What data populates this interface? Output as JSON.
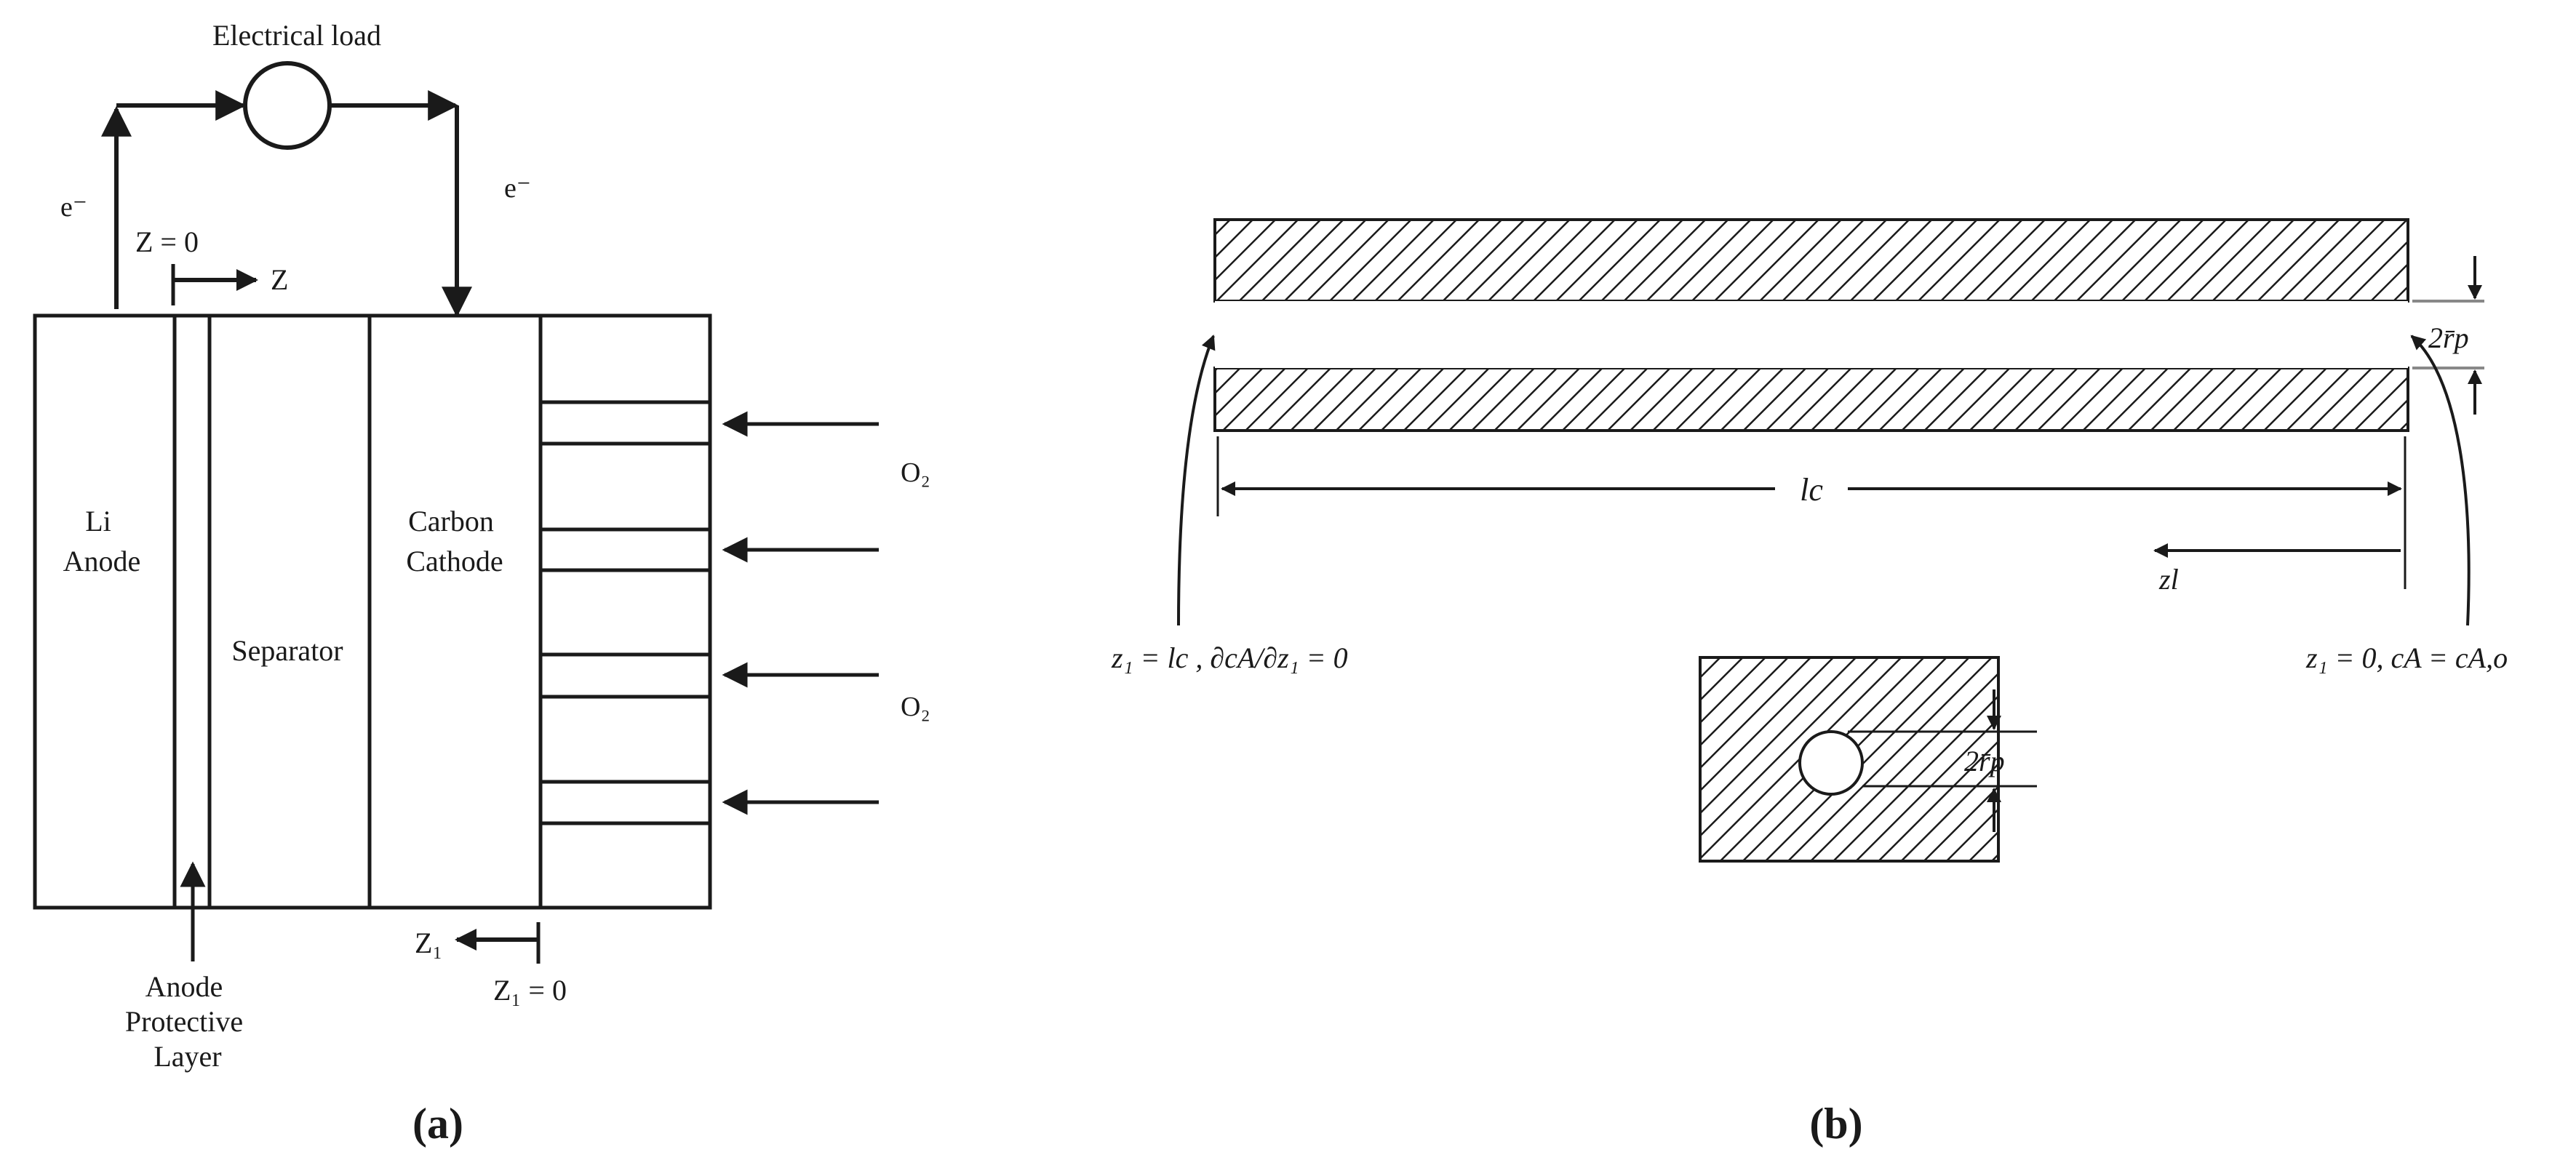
{
  "panel_a": {
    "caption": "(a)",
    "electrical_load": "Electrical load",
    "electron_left": "e⁻",
    "electron_right": "e⁻",
    "z_origin": "Z = 0",
    "z_axis": "Z",
    "li_anode": [
      "Li",
      "Anode"
    ],
    "separator": "Separator",
    "carbon_cathode": [
      "Carbon",
      "Cathode"
    ],
    "oxygen_top": "O₂",
    "oxygen_bottom": "O₂",
    "anode_protective_layer": [
      "Anode",
      "Protective",
      "Layer"
    ],
    "z1_axis": "Z₁",
    "z1_origin": "Z₁ = 0"
  },
  "panel_b": {
    "caption": "(b)",
    "pore_length": "lc",
    "pore_diameter_top": "2r̄p",
    "pore_diameter_cross": "2r̄p",
    "z1_axis": "zl",
    "bc_left": "z₁ = lc ,  ∂cA/∂z₁ = 0",
    "bc_right": "z₁ = 0,  cA = cA,o"
  },
  "colors": {
    "ink": "#1a1a1a",
    "background": "#ffffff"
  }
}
